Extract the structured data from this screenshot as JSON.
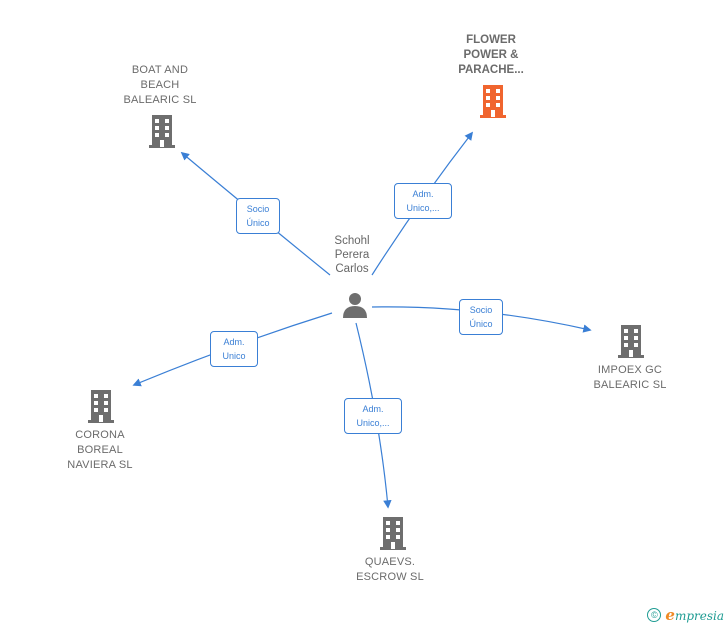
{
  "person": {
    "name": "Schohl\nPerera\nCarlos",
    "icon": "person-icon"
  },
  "companies": {
    "boat": {
      "name": "BOAT AND\nBEACH\nBALEARIC SL",
      "icon": "building-icon",
      "color": "#6e6e6e"
    },
    "flower": {
      "name": "FLOWER\nPOWER &\nPARACHE...",
      "icon": "building-icon",
      "color": "#f0652f"
    },
    "impoex": {
      "name": "IMPOEX GC\nBALEARIC SL",
      "icon": "building-icon",
      "color": "#6e6e6e"
    },
    "corona": {
      "name": "CORONA\nBOREAL\nNAVIERA SL",
      "icon": "building-icon",
      "color": "#6e6e6e"
    },
    "quaevs": {
      "name": "QUAEVS.\nESCROW SL",
      "icon": "building-icon",
      "color": "#6e6e6e"
    }
  },
  "relations": {
    "boat": "Socio\nÚnico",
    "flower": "Adm.\nUnico,...",
    "impoex": "Socio\nÚnico",
    "corona": "Adm.\nUnico",
    "quaevs": "Adm.\nUnico,..."
  },
  "colors": {
    "edge": "#3a7fd5",
    "accent": "#f0652f",
    "node": "#6e6e6e",
    "brand": "#1f9c93"
  },
  "footer": {
    "copyright": "©",
    "brand_initial": "e",
    "brand_rest": "mpresia"
  }
}
